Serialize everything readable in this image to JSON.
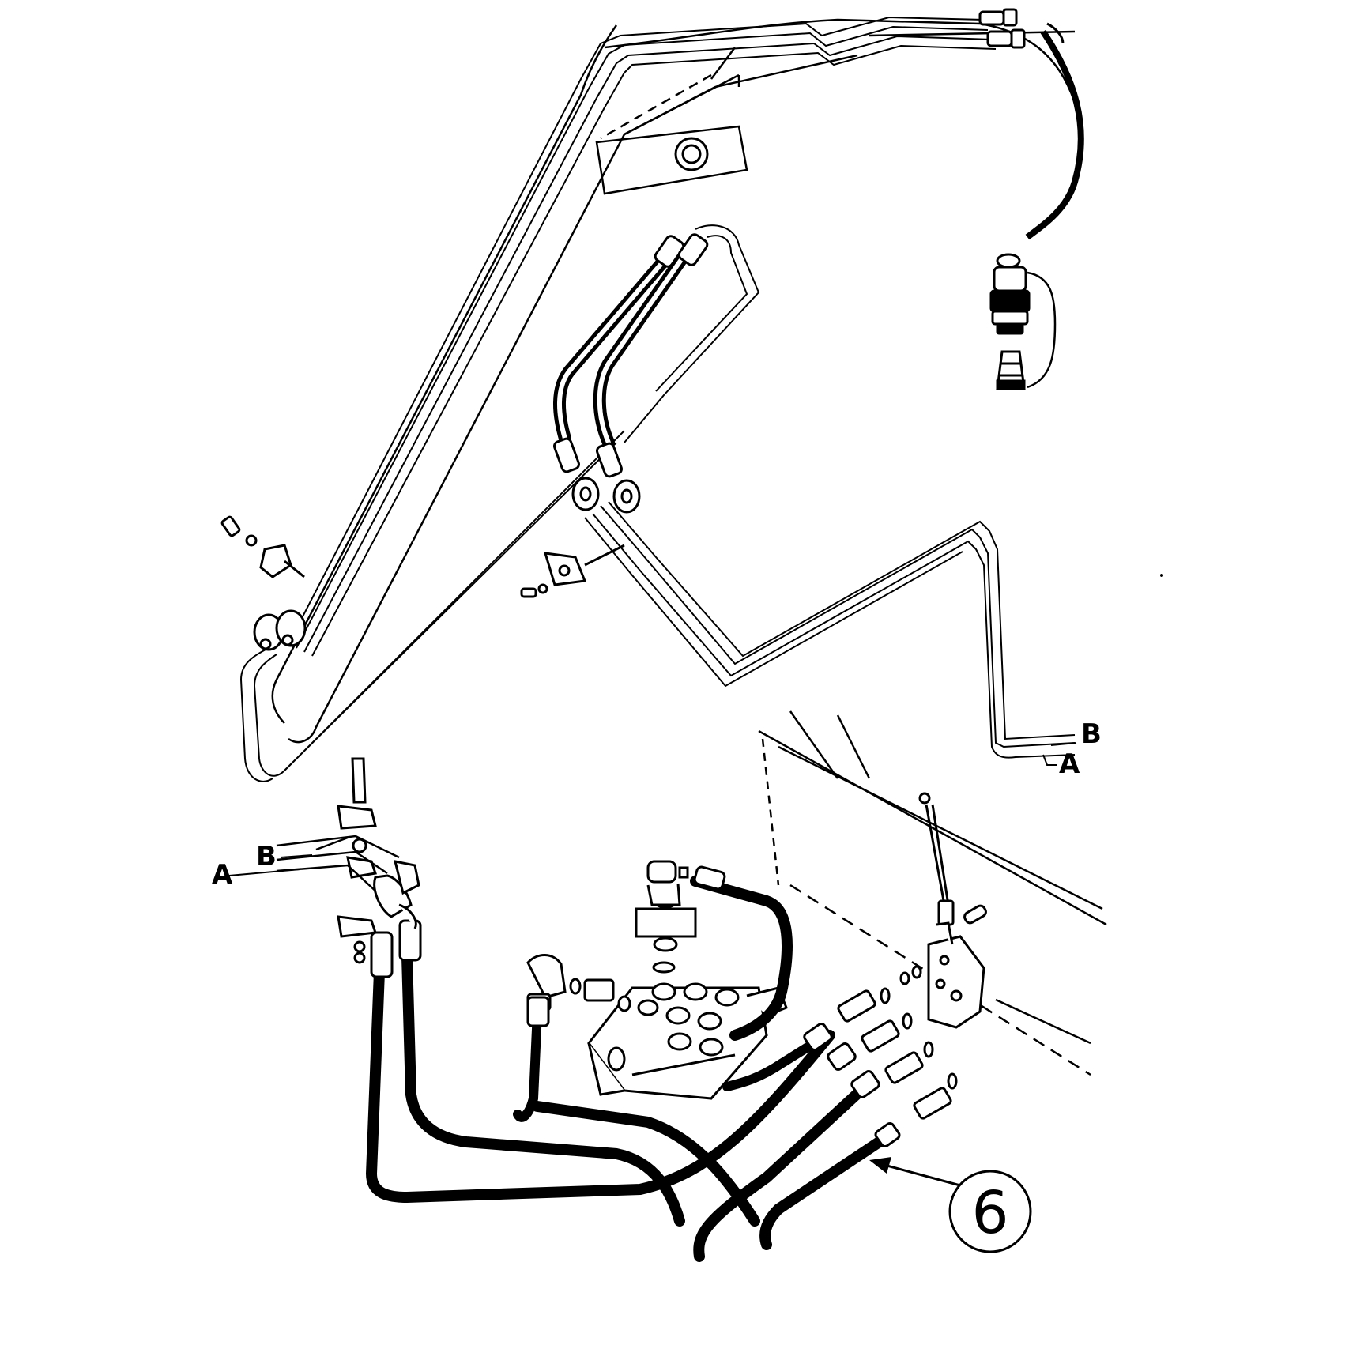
{
  "labels": {
    "a_top": "A",
    "b_top": "B",
    "a_bottom": "A",
    "b_bottom": "B"
  },
  "callout": {
    "number": "6"
  },
  "colors": {
    "ink": "#000000",
    "paper": "#ffffff"
  }
}
